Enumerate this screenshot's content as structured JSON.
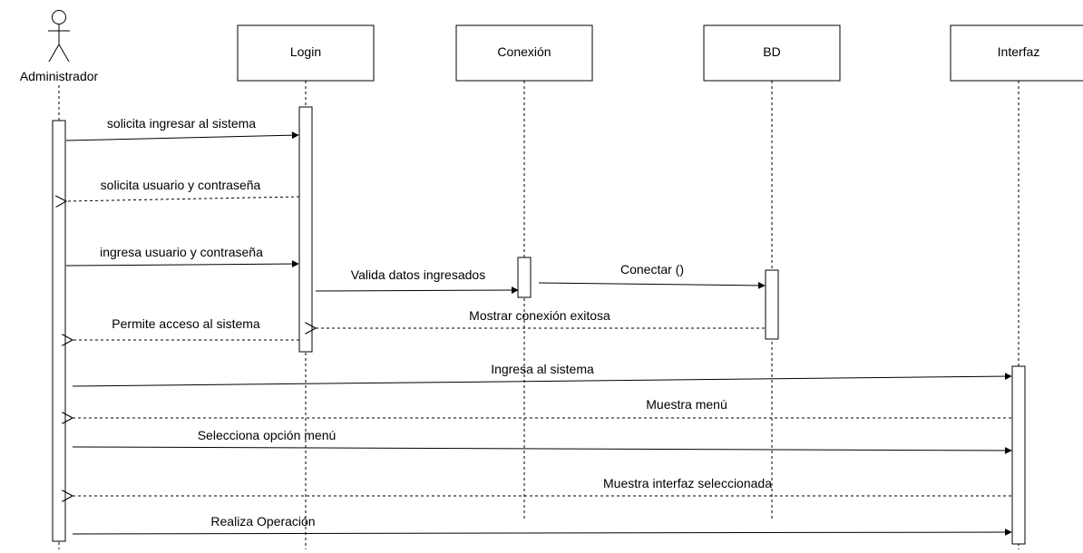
{
  "diagram": {
    "actor": {
      "label": "Administrador"
    },
    "participants": [
      {
        "id": "login",
        "label": "Login"
      },
      {
        "id": "conexion",
        "label": "Conexión"
      },
      {
        "id": "bd",
        "label": "BD"
      },
      {
        "id": "interfaz",
        "label": "Interfaz"
      }
    ],
    "messages": [
      {
        "from": "admin",
        "to": "login",
        "kind": "sync",
        "label": "solicita ingresar al sistema"
      },
      {
        "from": "login",
        "to": "admin",
        "kind": "return",
        "label": "solicita usuario y contraseña"
      },
      {
        "from": "admin",
        "to": "login",
        "kind": "sync",
        "label": "ingresa usuario y contraseña"
      },
      {
        "from": "login",
        "to": "conexion",
        "kind": "sync",
        "label": "Valida datos ingresados"
      },
      {
        "from": "conexion",
        "to": "bd",
        "kind": "sync",
        "label": "Conectar ()"
      },
      {
        "from": "bd",
        "to": "login",
        "kind": "return",
        "label": "Mostrar conexión exitosa"
      },
      {
        "from": "login",
        "to": "admin",
        "kind": "return",
        "label": "Permite acceso al sistema"
      },
      {
        "from": "admin",
        "to": "interfaz",
        "kind": "sync",
        "label": "Ingresa al sistema"
      },
      {
        "from": "interfaz",
        "to": "admin",
        "kind": "return",
        "label": "Muestra menú"
      },
      {
        "from": "admin",
        "to": "interfaz",
        "kind": "sync",
        "label": "Selecciona opción menú"
      },
      {
        "from": "interfaz",
        "to": "admin",
        "kind": "return",
        "label": "Muestra interfaz seleccionada"
      },
      {
        "from": "admin",
        "to": "interfaz",
        "kind": "sync",
        "label": "Realiza Operación"
      }
    ],
    "colors": {
      "stroke": "#000000",
      "background": "#ffffff"
    }
  }
}
